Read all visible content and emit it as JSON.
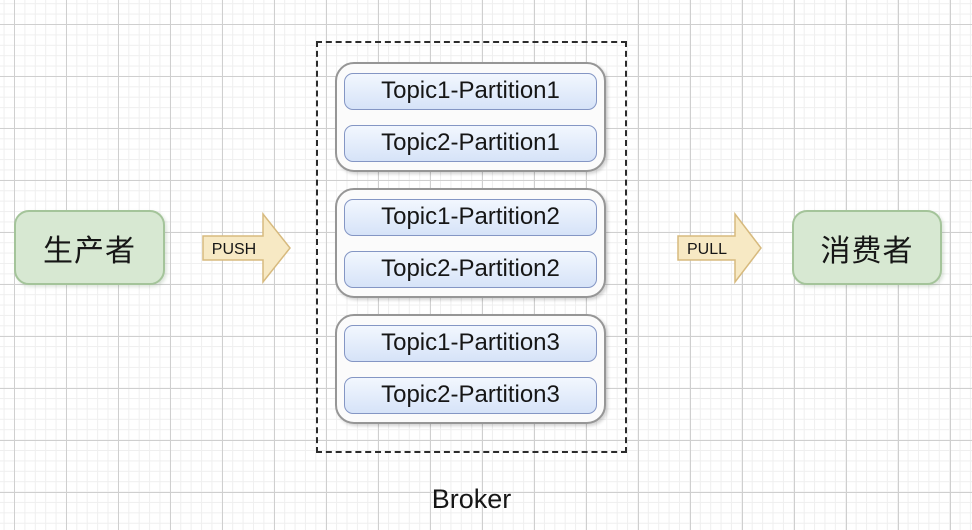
{
  "diagram": {
    "producer": {
      "label": "生产者"
    },
    "push_arrow": {
      "label": "PUSH"
    },
    "broker": {
      "label": "Broker",
      "groups": [
        {
          "partitions": [
            "Topic1-Partition1",
            "Topic2-Partition1"
          ]
        },
        {
          "partitions": [
            "Topic1-Partition2",
            "Topic2-Partition2"
          ]
        },
        {
          "partitions": [
            "Topic1-Partition3",
            "Topic2-Partition3"
          ]
        }
      ]
    },
    "pull_arrow": {
      "label": "PULL"
    },
    "consumer": {
      "label": "消费者"
    },
    "colors": {
      "producer_fill": "#d7e8d2",
      "producer_border": "#a4c49a",
      "partition_fill_top": "#f2f7fe",
      "partition_fill_bottom": "#d6e3f8",
      "partition_border": "#8496c4",
      "group_fill": "#fbfbfb",
      "group_border": "#969696",
      "arrow_fill": "#f7e9c4",
      "arrow_border": "#d7ba7e",
      "broker_dash_border": "#2b2b2b",
      "grid_major": "#cfcfcf",
      "grid_minor": "#efefef",
      "text": "#161616"
    }
  }
}
